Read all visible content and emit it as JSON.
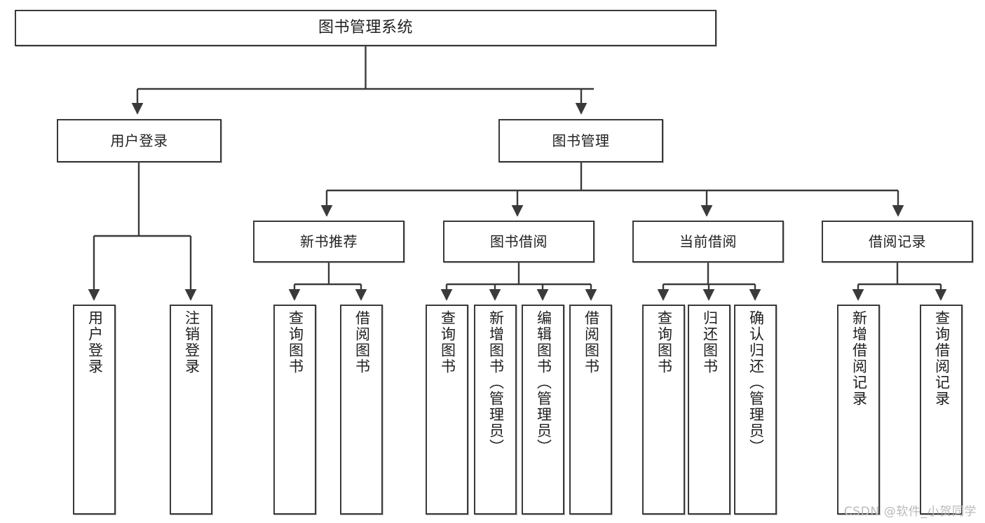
{
  "diagram": {
    "title": "图书管理系统",
    "type": "tree",
    "watermark": "CSDN @软件_小贺同学",
    "colors": {
      "box_border": "#3a3a3a",
      "box_fill": "#ffffff",
      "connector": "#3a3a3a",
      "text": "#1f1f1f",
      "watermark": "#b9b9b9"
    },
    "nodes": {
      "root": {
        "label": "图书管理系统"
      },
      "level2": [
        {
          "id": "user-login",
          "label": "用户登录"
        },
        {
          "id": "book-manage",
          "label": "图书管理"
        }
      ],
      "level3": [
        {
          "id": "new-book-recommend",
          "label": "新书推荐"
        },
        {
          "id": "book-borrow",
          "label": "图书借阅"
        },
        {
          "id": "current-borrow",
          "label": "当前借阅"
        },
        {
          "id": "borrow-record",
          "label": "借阅记录"
        }
      ],
      "leaves": {
        "user-login": [
          {
            "id": "leaf-user-login",
            "label": "用户登录"
          },
          {
            "id": "leaf-logout-login",
            "label": "注销登录"
          }
        ],
        "new-book-recommend": [
          {
            "id": "leaf-query-book-1",
            "label": "查询图书"
          },
          {
            "id": "leaf-borrow-book-1",
            "label": "借阅图书"
          }
        ],
        "book-borrow": [
          {
            "id": "leaf-query-book-2",
            "label": "查询图书"
          },
          {
            "id": "leaf-add-book-admin",
            "label": "新增图书（管理员）"
          },
          {
            "id": "leaf-edit-book-admin",
            "label": "编辑图书（管理员）"
          },
          {
            "id": "leaf-borrow-book-2",
            "label": "借阅图书"
          }
        ],
        "current-borrow": [
          {
            "id": "leaf-query-book-3",
            "label": "查询图书"
          },
          {
            "id": "leaf-return-book",
            "label": "归还图书"
          },
          {
            "id": "leaf-confirm-return-admin",
            "label": "确认归还（管理员）"
          }
        ],
        "borrow-record": [
          {
            "id": "leaf-add-borrow-record",
            "label": "新增借阅记录"
          },
          {
            "id": "leaf-query-borrow-record",
            "label": "查询借阅记录"
          }
        ]
      }
    }
  }
}
